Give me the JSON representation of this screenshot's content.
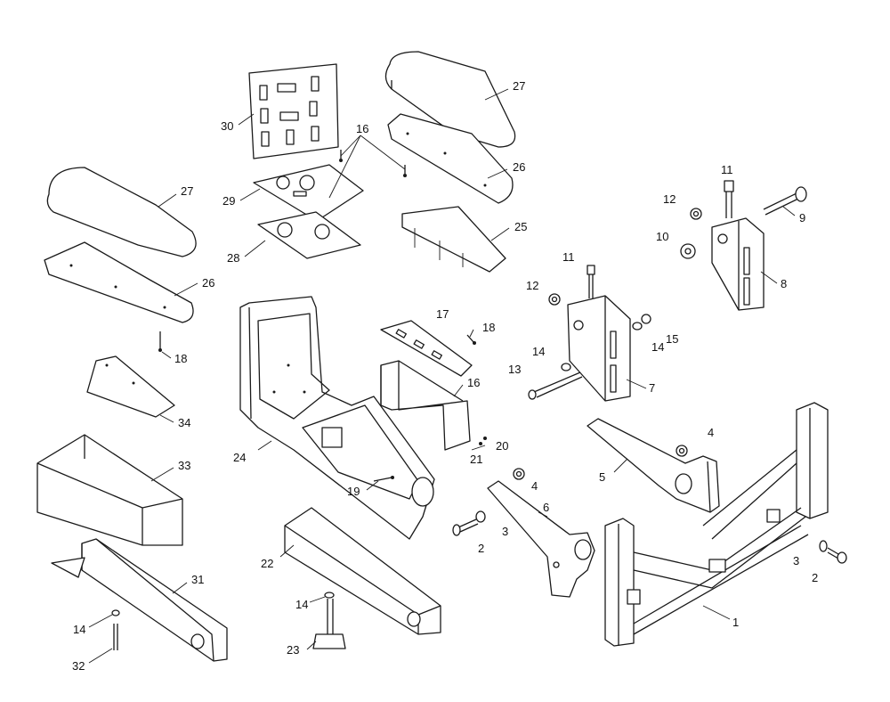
{
  "labels": [
    "27",
    "30",
    "16",
    "29",
    "28",
    "27",
    "26",
    "26",
    "25",
    "18",
    "11",
    "12",
    "9",
    "10",
    "8",
    "11",
    "12",
    "15",
    "14",
    "14",
    "13",
    "7",
    "17",
    "18",
    "16",
    "24",
    "34",
    "20",
    "21",
    "33",
    "19",
    "4",
    "5",
    "4",
    "6",
    "3",
    "2",
    "22",
    "31",
    "14",
    "23",
    "32",
    "1",
    "3",
    "2"
  ]
}
